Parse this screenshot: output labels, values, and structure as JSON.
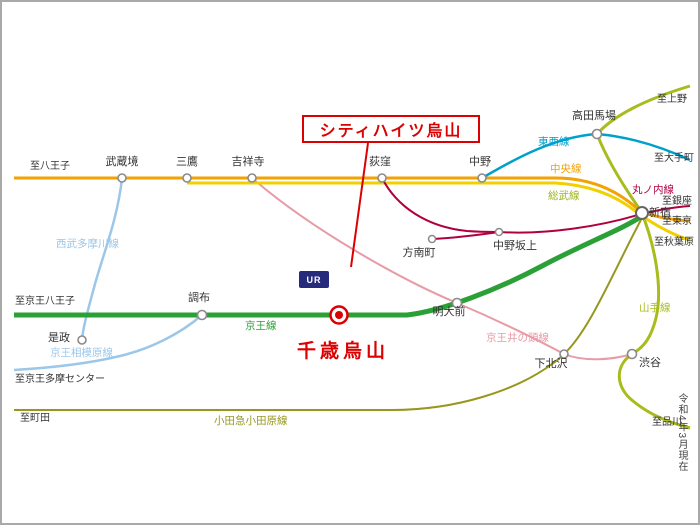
{
  "callout": {
    "label": "シティハイツ烏山",
    "color": "#dd0000"
  },
  "highlight": {
    "station": "千歳烏山",
    "color": "#dd0000"
  },
  "logo": {
    "text": "UR"
  },
  "note": {
    "text": "令和4年3月現在"
  },
  "lines": {
    "chuo": {
      "label": "中央線",
      "color": "#f2a202"
    },
    "sobu": {
      "label": "総武線",
      "color": "#f0d000",
      "label_color": "#9ab41c"
    },
    "tozai": {
      "label": "東西線",
      "color": "#00a0cc"
    },
    "marunouchi": {
      "label": "丸ノ内線",
      "color": "#b00040"
    },
    "keio": {
      "label": "京王線",
      "color": "#2aa036"
    },
    "yamanote": {
      "label": "山手線",
      "color": "#a8bc1e"
    },
    "seibu_tamagawa": {
      "label": "西武多摩川線",
      "color": "#9cc7e8"
    },
    "keio_sagamihara": {
      "label": "京王相模原線",
      "color": "#9cc7e8"
    },
    "inokashira": {
      "label": "京王井の頭線",
      "color": "#e79ba6"
    },
    "odakyu": {
      "label": "小田急小田原線",
      "color": "#97971f"
    }
  },
  "stations": {
    "musashisakai": "武蔵境",
    "mitaka": "三鷹",
    "kichijoji": "吉祥寺",
    "ogikubo": "荻窪",
    "nakano": "中野",
    "takadanobaba": "高田馬場",
    "shinjuku": "新宿",
    "honancho": "方南町",
    "nakanosakaue": "中野坂上",
    "chofu": "調布",
    "koremasa": "是政",
    "meidaimae": "明大前",
    "shimokitazawa": "下北沢",
    "shibuya": "渋谷"
  },
  "edges": {
    "hachioji": "至八王子",
    "ueno": "至上野",
    "otemachi": "至大手町",
    "ginza": "至銀座",
    "tokyo": "至東京",
    "akihabara": "至秋葉原",
    "shinagawa": "至品川",
    "keio_hachioji": "至京王八王子",
    "keio_tama_center": "至京王多摩センター",
    "machida": "至町田"
  }
}
